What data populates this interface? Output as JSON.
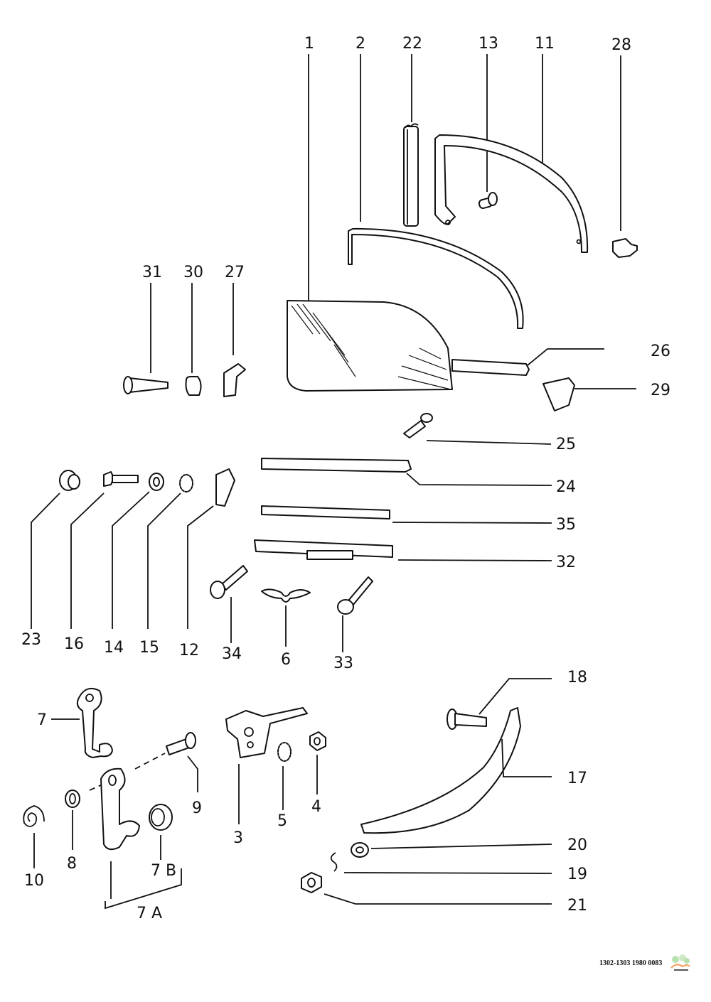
{
  "callouts": {
    "p1": "1",
    "p2": "2",
    "p22": "22",
    "p13": "13",
    "p11": "11",
    "p28": "28",
    "p31": "31",
    "p30": "30",
    "p27": "27",
    "p26": "26",
    "p29": "29",
    "p25": "25",
    "p24": "24",
    "p35": "35",
    "p32": "32",
    "p23": "23",
    "p16": "16",
    "p14": "14",
    "p15": "15",
    "p12": "12",
    "p34": "34",
    "p6": "6",
    "p33": "33",
    "p7": "7",
    "p9": "9",
    "p3": "3",
    "p5": "5",
    "p4": "4",
    "p10": "10",
    "p8": "8",
    "p7B": "7 B",
    "p7A": "7 A",
    "p18": "18",
    "p17": "17",
    "p20": "20",
    "p19": "19",
    "p21": "21"
  },
  "footer": {
    "code": "1302-1303 1980 0083"
  }
}
